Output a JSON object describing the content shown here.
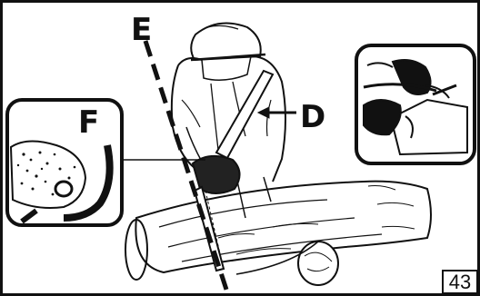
{
  "figure": {
    "labels": {
      "line_e": "E",
      "handle_d": "D",
      "detail_f": "F"
    },
    "page_number": "43"
  },
  "colors": {
    "ink": "#111111",
    "paper": "#ffffff"
  },
  "icons": [
    "chainsaw-illustration",
    "operator-figure",
    "log-illustration",
    "hand-grip-detail",
    "chain-brake-detail"
  ]
}
